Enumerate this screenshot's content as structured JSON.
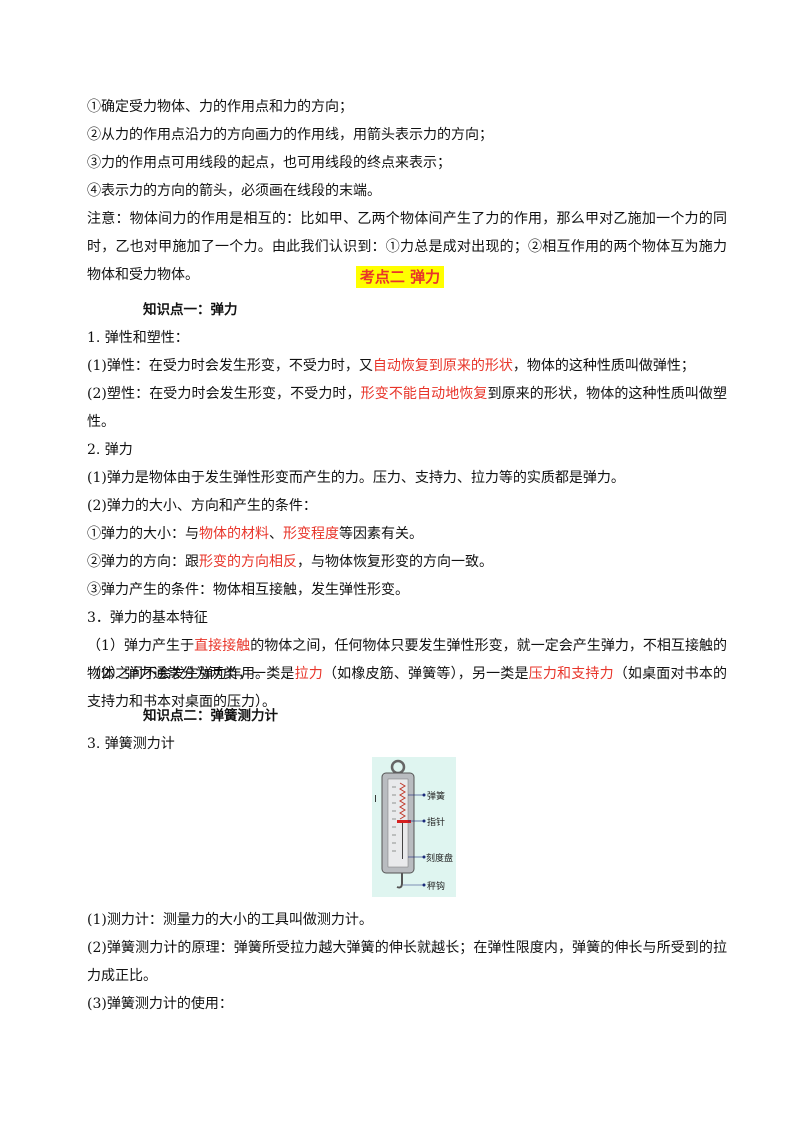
{
  "lines": {
    "l1": "①确定受力物体、力的作用点和力的方向；",
    "l2": "②从力的作用点沿力的方向画力的作用线，用箭头表示力的方向；",
    "l3": "③力的作用点可用线段的起点，也可用线段的终点来表示；",
    "l4": "④表示力的方向的箭头，必须画在线段的末端。",
    "note": "注意：物体间力的作用是相互的：比如甲、乙两个物体间产生了力的作用，那么甲对乙施加一个力的同时，乙也对甲施加了一个力。由此我们认识到：①力总是成对出现的；②相互作用的两个物体互为施力物体和受力物体。"
  },
  "section_title": "考点二 弹力",
  "kp1": {
    "title": "知识点一：弹力",
    "h1": "1. 弹性和塑性：",
    "elastic": {
      "pre": "(1)弹性：在受力时会发生形变，不受力时，又",
      "red": "自动恢复到原来的形状",
      "post": "，物体的这种性质叫做弹性；"
    },
    "plastic": {
      "pre": "(2)塑性：在受力时会发生形变，不受力时，",
      "red": "形变不能自动地恢复",
      "post": "到原来的形状，物体的这种性质叫做塑性。"
    },
    "h2": "2. 弹力",
    "def": "(1)弹力是物体由于发生弹性形变而产生的力。压力、支持力、拉力等的实质都是弹力。",
    "cond_title": "(2)弹力的大小、方向和产生的条件：",
    "size": {
      "pre": "①弹力的大小：与",
      "red1": "物体的材料",
      "mid": "、",
      "red2": "形变程度",
      "post": "等因素有关。"
    },
    "dir": {
      "pre": "②弹力的方向：跟",
      "red": "形变的方向相反",
      "post": "，与物体恢复形变的方向一致。"
    },
    "gen": "③弹力产生的条件：物体相互接触，发生弹性形变。",
    "h3": "3．弹力的基本特征",
    "feat1": {
      "pre": "（1）弹力产生于",
      "red": "直接接触",
      "post": "的物体之间，任何物体只要发生弹性形变，就一定会产生弹力，不相互接触的物体之间不会发生弹力作用。"
    },
    "feat2": {
      "pre": "（2）弹力通常分为两类，一类是",
      "red1": "拉力",
      "mid": "（如橡皮筋、弹簧等），另一类是",
      "red2": "压力和支持力",
      "post": "（如桌面对书本的支持力和书本对桌面的压力）。"
    }
  },
  "kp2": {
    "title": "知识点二：弹簧测力计",
    "h3": "3. 弹簧测力计",
    "figure_labels": {
      "spring": "弹簧",
      "pointer": "指针",
      "scale": "刻度盘",
      "hook": "秤钩"
    },
    "measure": "(1)测力计：测量力的大小的工具叫做测力计。",
    "principle": "(2)弹簧测力计的原理：弹簧所受拉力越大弹簧的伸长就越长；在弹性限度内，弹簧的伸长与所受到的拉力成正比。",
    "usage": "(3)弹簧测力计的使用："
  },
  "colors": {
    "emphasis": "#e8352a",
    "highlight": "#ffff00",
    "figure_bg": "#dff5f0"
  }
}
